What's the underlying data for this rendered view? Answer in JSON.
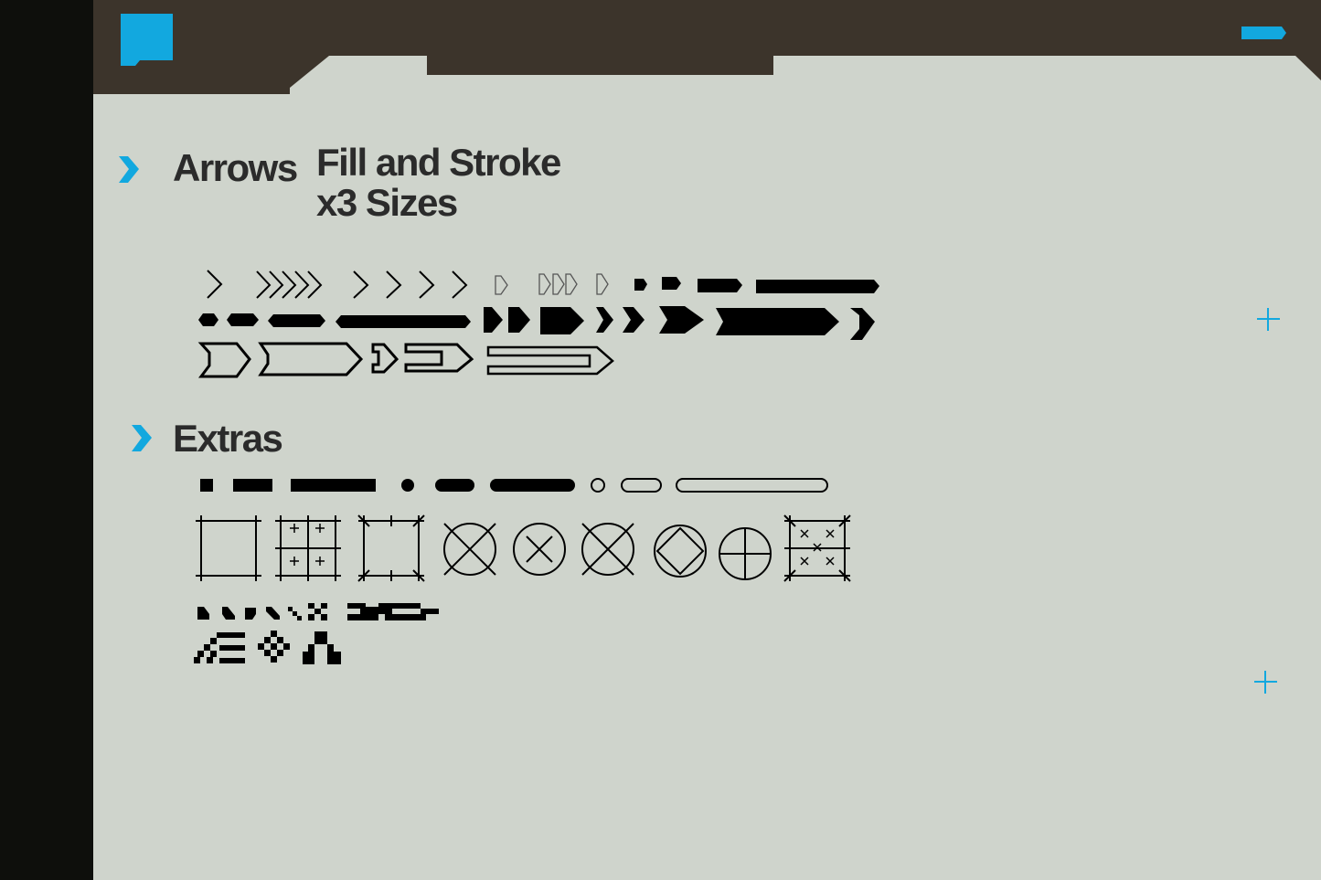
{
  "colors": {
    "accent": "#12a8df",
    "header": "#3c342b",
    "sidebar": "#0e0f0c",
    "canvas": "#cfd4cc",
    "ink": "#000000"
  },
  "sections": [
    {
      "title": "Arrows",
      "subtitle_line1": "Fill and Stroke",
      "subtitle_line2": "x3 Sizes",
      "icon": "chevron-right-icon"
    },
    {
      "title": "Extras",
      "icon": "chevron-right-icon"
    }
  ],
  "decor": {
    "logo": "speech-bubble-icon",
    "tag": "tag-arrow-icon",
    "markers": [
      "plus-icon",
      "plus-icon"
    ]
  }
}
